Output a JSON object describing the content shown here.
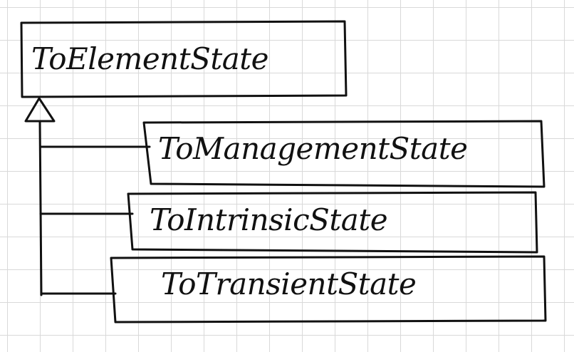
{
  "diagram": {
    "parent_class": "ToElementState",
    "subclasses": [
      "ToManagementState",
      "ToIntrinsicState",
      "ToTransientState"
    ],
    "relationship": "inheritance",
    "ink_color": "#111111",
    "grid_color": "#d9d9d9"
  }
}
